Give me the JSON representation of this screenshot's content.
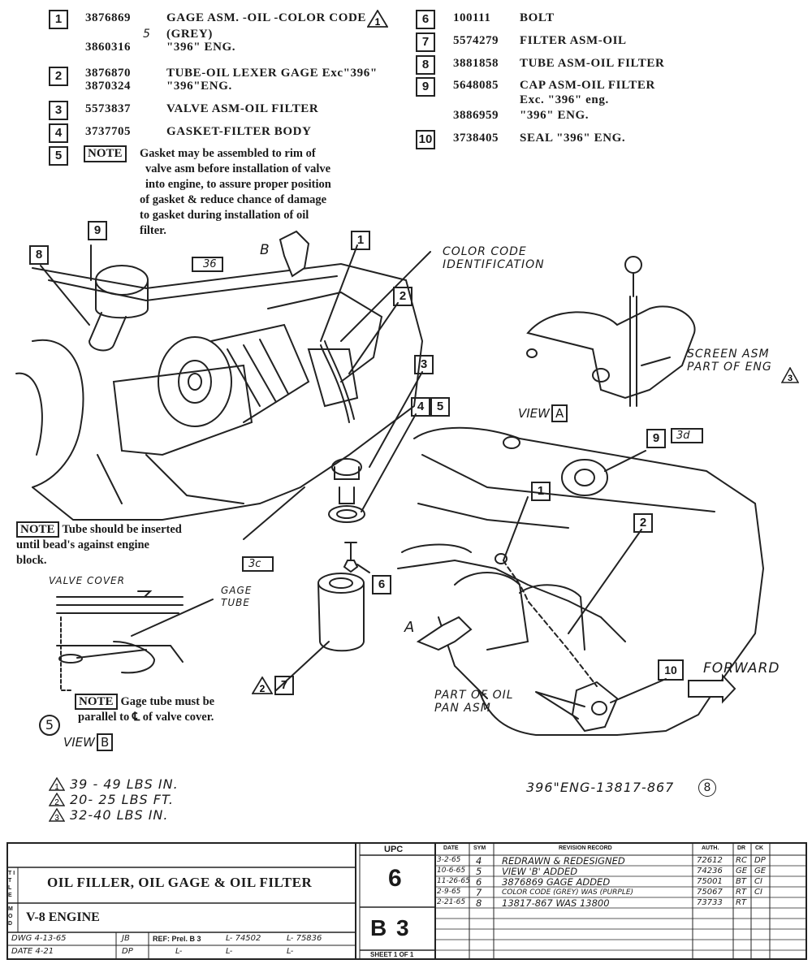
{
  "parts_left": [
    {
      "num": "1",
      "part": "3876869",
      "desc": "GAGE ASM. -OIL -COLOR CODE",
      "sub_symbol": "5",
      "sub_desc": "(GREY)",
      "alt_part": "3860316",
      "alt_desc": "\"396\" ENG."
    },
    {
      "num": "2",
      "part": "3876870",
      "desc": "TUBE-OIL LEXER GAGE Exc\"396\"",
      "alt_part": "3870324",
      "alt_desc": "\"396\"ENG."
    },
    {
      "num": "3",
      "part": "5573837",
      "desc": "VALVE ASM-OIL FILTER"
    },
    {
      "num": "4",
      "part": "3737705",
      "desc": "GASKET-FILTER BODY"
    },
    {
      "num": "5",
      "note_label": "NOTE",
      "note_lines": [
        "Gasket may be assembled to rim of",
        "valve asm before installation of valve",
        "into engine, to assure proper position",
        "of gasket & reduce chance of damage",
        "to gasket during installation of oil",
        "filter."
      ]
    }
  ],
  "triangle_1": "1",
  "parts_right": [
    {
      "num": "6",
      "part": "100111",
      "desc": "BOLT"
    },
    {
      "num": "7",
      "part": "5574279",
      "desc": "FILTER ASM-OIL"
    },
    {
      "num": "8",
      "part": "3881858",
      "desc": "TUBE ASM-OIL FILTER"
    },
    {
      "num": "9",
      "part": "5648085",
      "desc": "CAP ASM-OIL FILTER",
      "desc2": "Exc. \"396\" eng.",
      "alt_part": "3886959",
      "alt_desc": "\"396\" ENG."
    },
    {
      "num": "10",
      "part": "3738405",
      "desc": "SEAL \"396\" ENG."
    }
  ],
  "callouts": {
    "color_code": [
      "COLOR CODE",
      "IDENTIFICATION"
    ],
    "screen": [
      "SCREEN ASM",
      "PART OF ENG"
    ],
    "screen_tri": "3",
    "view_a": "VIEW",
    "view_a_letter": "A",
    "view_b": "VIEW",
    "view_b_letter": "B",
    "forward": "FORWARD",
    "part_of_oil": [
      "PART OF OIL",
      "PAN ASM"
    ],
    "arrow_a": "A",
    "arrow_b": "B",
    "ref_36": "36",
    "ref_3d": "3d",
    "ref_3c": "3c",
    "valve_cover": "VALVE COVER",
    "gage_tube": [
      "GAGE",
      "TUBE"
    ],
    "tube_note_label": "NOTE",
    "tube_note": [
      "Tube should be inserted",
      "until bead's against engine",
      "block."
    ],
    "gage_note_label": "NOTE",
    "gage_note": [
      "Gage tube must be",
      "parallel to ℄ of valve cover."
    ],
    "circle5": "5",
    "drawing_no": "396\"ENG-13817-867",
    "drawing_circle": "8",
    "leader_nums": {
      "n9": "9",
      "n8": "8",
      "n1": "1",
      "n2": "2",
      "n3": "3",
      "n4": "4",
      "n5": "5",
      "n6": "6",
      "n7": "7",
      "n1b": "1",
      "n2b": "2",
      "n9b": "9",
      "n10": "10"
    }
  },
  "torque": [
    {
      "tri": "1",
      "text": "39 - 49 LBS IN."
    },
    {
      "tri": "2",
      "text": "20- 25 LBS FT."
    },
    {
      "tri": "3",
      "text": "32-40 LBS IN."
    }
  ],
  "title_block": {
    "title": "OIL FILLER, OIL GAGE & OIL FILTER",
    "model": "V-8 ENGINE",
    "upc_label": "UPC",
    "upc": "6",
    "group": "B 3",
    "ttl_side": "T I T L E",
    "mod_side": "M O D",
    "drawn": "DWG 4-13-65",
    "drawn_by": "JB",
    "date": "DATE 4-21",
    "checked_by": "DP",
    "ref": "REF: Prel. B 3",
    "refs": [
      "L- 74502",
      "L- 75836",
      "L-",
      "L-",
      "L-"
    ],
    "sheet": "SHEET 1 OF 1",
    "rev_headers": [
      "DATE",
      "SYM",
      "REVISION RECORD",
      "AUTH.",
      "DR",
      "CK"
    ],
    "revisions": [
      {
        "date": "3-2-65",
        "sym": "4",
        "text": "REDRAWN & REDESIGNED",
        "auth": "72612",
        "dr": "RC",
        "ck": "DP"
      },
      {
        "date": "10-6-65",
        "sym": "5",
        "text": "VIEW 'B' ADDED",
        "auth": "74236",
        "dr": "GE",
        "ck": "GE"
      },
      {
        "date": "11-26-65",
        "sym": "6",
        "text": "3876869 GAGE ADDED",
        "auth": "75001",
        "dr": "BT",
        "ck": "CI"
      },
      {
        "date": "2-9-65",
        "sym": "7",
        "text": "COLOR CODE (GREY) WAS (PURPLE)",
        "auth": "75067",
        "dr": "RT",
        "ck": "CI"
      },
      {
        "date": "2-21-65",
        "sym": "8",
        "text": "13817-867 WAS 13800",
        "auth": "73733",
        "dr": "RT",
        "ck": ""
      }
    ]
  }
}
